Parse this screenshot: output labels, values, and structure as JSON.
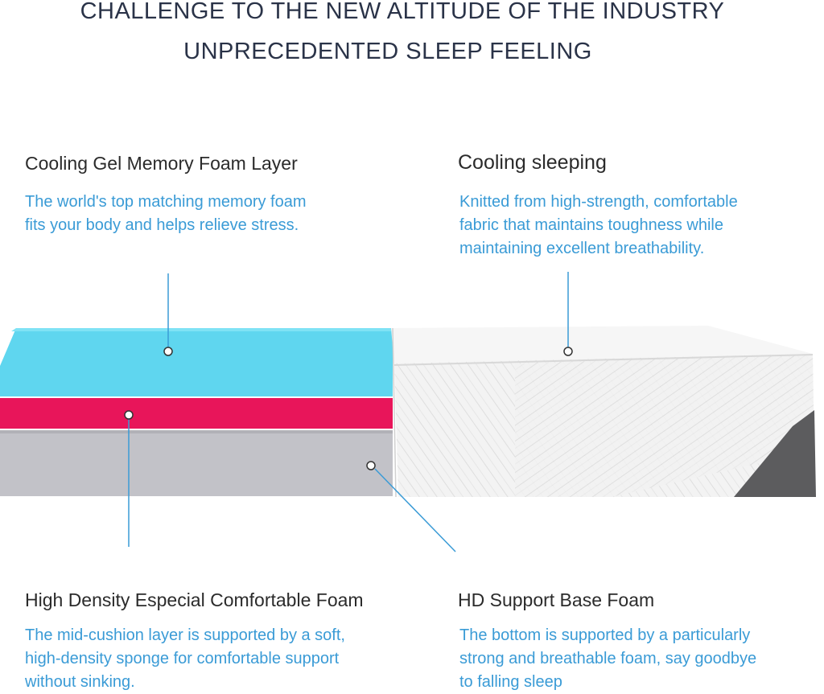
{
  "headline": {
    "line1": "CHALLENGE TO THE NEW ALTITUDE OF THE INDUSTRY",
    "line2": "UNPRECEDENTED SLEEP FEELING"
  },
  "features": [
    {
      "title": "Cooling Gel Memory Foam Layer",
      "desc_lines": [
        "The world's top matching memory foam",
        "fits your body and helps relieve stress."
      ]
    },
    {
      "title": "Cooling sleeping",
      "desc_lines": [
        "Knitted from high-strength, comfortable",
        "fabric that maintains toughness while",
        "maintaining excellent breathability."
      ]
    },
    {
      "title": "High Density Especial Comfortable Foam",
      "desc_lines": [
        "The mid-cushion layer is supported by a soft,",
        "high-density sponge for comfortable support",
        "without sinking."
      ]
    },
    {
      "title": "HD Support Base Foam",
      "desc_lines": [
        "The bottom is supported by a particularly",
        "strong and breathable foam, say goodbye",
        "to falling sleep"
      ]
    }
  ],
  "colors": {
    "gel_layer": "#5fd6ef",
    "comfort_layer": "#e8155a",
    "base_layer": "#c2c2c8",
    "cover": "#f1f1f1",
    "cover_side_band": "#5c5c5e",
    "callout_line": "#3a9bd6",
    "headline": "#2a3348",
    "desc_text": "#3a9bd6"
  }
}
